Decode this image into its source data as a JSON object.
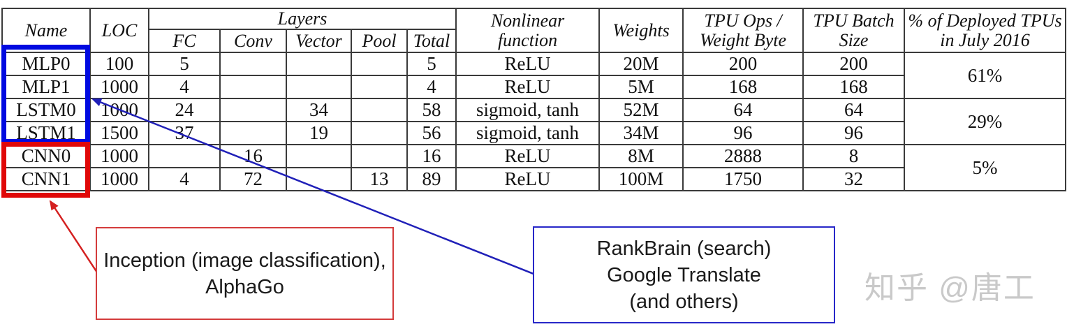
{
  "table": {
    "headers": {
      "name": "Name",
      "loc": "LOC",
      "layers": "Layers",
      "fc": "FC",
      "conv": "Conv",
      "vector": "Vector",
      "pool": "Pool",
      "total": "Total",
      "nonlinear": [
        "Nonlinear",
        "function"
      ],
      "weights": "Weights",
      "tpu_ops": [
        "TPU Ops /",
        "Weight Byte"
      ],
      "tpu_batch": [
        "TPU Batch",
        "Size"
      ],
      "deployed": [
        "% of Deployed TPUs",
        "in July 2016"
      ]
    },
    "rows": [
      {
        "name": "MLP0",
        "loc": "100",
        "fc": "5",
        "conv": "",
        "vector": "",
        "pool": "",
        "total": "5",
        "nonlinear": "ReLU",
        "weights": "20M",
        "tpu_ops": "200",
        "tpu_batch": "200"
      },
      {
        "name": "MLP1",
        "loc": "1000",
        "fc": "4",
        "conv": "",
        "vector": "",
        "pool": "",
        "total": "4",
        "nonlinear": "ReLU",
        "weights": "5M",
        "tpu_ops": "168",
        "tpu_batch": "168"
      },
      {
        "name": "LSTM0",
        "loc": "1000",
        "fc": "24",
        "conv": "",
        "vector": "34",
        "pool": "",
        "total": "58",
        "nonlinear": "sigmoid, tanh",
        "weights": "52M",
        "tpu_ops": "64",
        "tpu_batch": "64"
      },
      {
        "name": "LSTM1",
        "loc": "1500",
        "fc": "37",
        "conv": "",
        "vector": "19",
        "pool": "",
        "total": "56",
        "nonlinear": "sigmoid, tanh",
        "weights": "34M",
        "tpu_ops": "96",
        "tpu_batch": "96"
      },
      {
        "name": "CNN0",
        "loc": "1000",
        "fc": "",
        "conv": "16",
        "vector": "",
        "pool": "",
        "total": "16",
        "nonlinear": "ReLU",
        "weights": "8M",
        "tpu_ops": "2888",
        "tpu_batch": "8"
      },
      {
        "name": "CNN1",
        "loc": "1000",
        "fc": "4",
        "conv": "72",
        "vector": "",
        "pool": "13",
        "total": "89",
        "nonlinear": "ReLU",
        "weights": "100M",
        "tpu_ops": "1750",
        "tpu_batch": "32"
      }
    ],
    "deployed_groups": [
      "61%",
      "29%",
      "5%"
    ]
  },
  "annotations": {
    "cnn_label": [
      "Inception (image classification),",
      "AlphaGo"
    ],
    "mlp_lstm_label": [
      "RankBrain (search)",
      "Google Translate",
      "(and others)"
    ]
  },
  "watermark": "知乎 @唐工",
  "colors": {
    "highlight_blue": "#000ae0",
    "highlight_red": "#e00808",
    "arrow_blue": "#2020b8",
    "arrow_red": "#d42020",
    "callout_blue_border": "#2828c8",
    "callout_red_border": "#d43c3c",
    "table_line": "#3a3a3a",
    "watermark_gray": "#c9c9c9"
  }
}
